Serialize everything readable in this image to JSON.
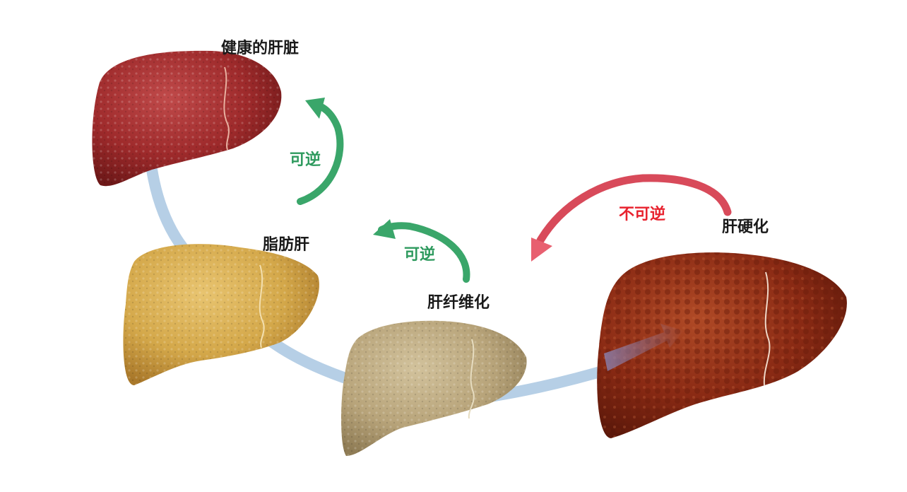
{
  "stages": [
    {
      "label": "健康的肝脏"
    },
    {
      "label": "脂肪肝"
    },
    {
      "label": "肝纤维化"
    },
    {
      "label": "肝硬化"
    }
  ],
  "transitions": [
    {
      "label": "可逆",
      "color": "#2e9a5e"
    },
    {
      "label": "可逆",
      "color": "#2e9a5e"
    },
    {
      "label": "不可逆",
      "color": "#e8222e"
    }
  ],
  "colors": {
    "healthy_liver": "#9e2a2b",
    "fatty_liver": "#d4a84a",
    "fibrosis_liver": "#b8a47a",
    "cirrhosis_liver": "#8a2a14",
    "connector": "#b6cfe6",
    "reversible_arrow": "#3aa66a",
    "irreversible_arrow": "#d84a5a"
  }
}
